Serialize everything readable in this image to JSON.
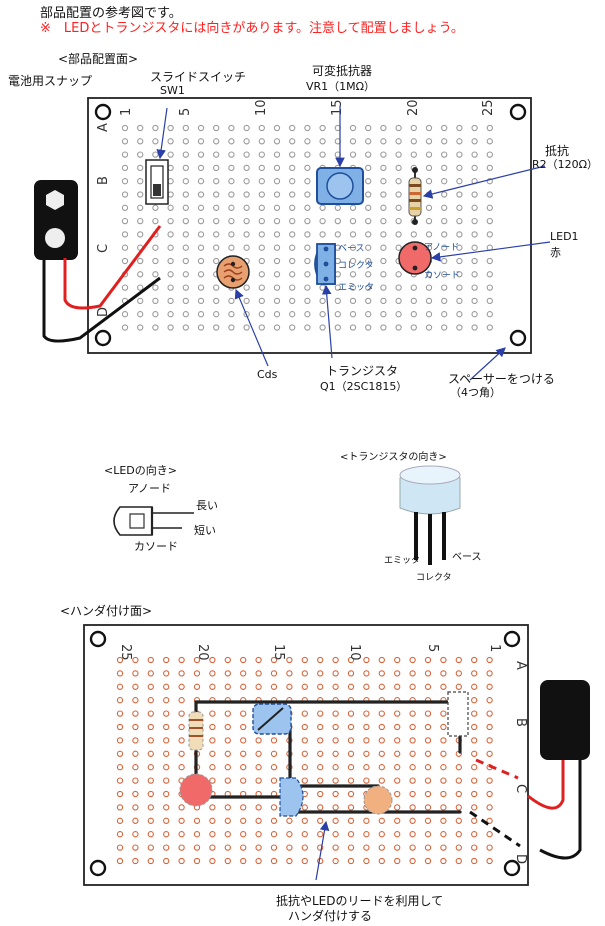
{
  "header": {
    "title": "部品配置の参考図です。",
    "warning": "※　LEDとトランジスタには向きがあります。注意して配置しましょう。"
  },
  "top_view": {
    "section_title": "<部品配置面>",
    "battery_label": "電池用スナップ",
    "switch_label": "スライドスイッチ",
    "switch_ref": "SW1",
    "vr_label": "可変抵抗器",
    "vr_ref": "VR1（1MΩ）",
    "resistor_label": "抵抗",
    "resistor_ref": "R2（120Ω）",
    "led_label": "LED1",
    "led_color": "赤",
    "cds_label": "Cds",
    "transistor_label": "トランジスタ",
    "transistor_ref": "Q1（2SC1815）",
    "spacer_label": "スペーサーをつける",
    "spacer_note": "（4つ角）",
    "pin_base": "ベース",
    "pin_collector": "コレクタ",
    "pin_emitter": "エミッタ",
    "led_anode": "アノード",
    "led_cathode": "カソード",
    "rows": [
      "A",
      "B",
      "C",
      "D"
    ],
    "cols": [
      "1",
      "5",
      "10",
      "15",
      "20",
      "25"
    ]
  },
  "led_orientation": {
    "title": "<LEDの向き>",
    "anode": "アノード",
    "long": "長い",
    "cathode": "カソード",
    "short": "短い"
  },
  "transistor_orientation": {
    "title": "<トランジスタの向き>",
    "emitter": "エミッタ",
    "collector": "コレクタ",
    "base": "ベース"
  },
  "bottom_view": {
    "section_title": "<ハンダ付け面>",
    "note_line1": "抵抗やLEDのリードを利用して",
    "note_line2": "ハンダ付けする",
    "rows": [
      "A",
      "B",
      "C",
      "D"
    ],
    "cols": [
      "25",
      "20",
      "15",
      "10",
      "5",
      "1"
    ]
  },
  "colors": {
    "accent_red": "#ff2020",
    "hole_gray": "#9a9a9a",
    "hole_copper": "#d9643a",
    "blue_part": "#7fb1e6",
    "blue_outline": "#1f4e9a",
    "cds_orange": "#e8a070",
    "led_red": "#f06a6a",
    "arrow_blue": "#2a3fa8"
  },
  "icons": [
    "battery-snap-icon",
    "slide-switch-icon",
    "potentiometer-icon",
    "resistor-icon",
    "led-icon",
    "cds-icon",
    "transistor-icon",
    "spacer-hole-icon"
  ]
}
